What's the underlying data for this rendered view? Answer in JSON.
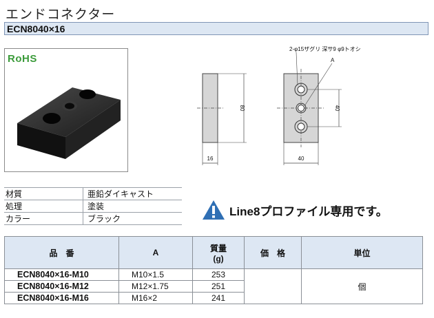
{
  "title": "エンドコネクター",
  "model": "ECN8040×16",
  "photo": {
    "badge": "RoHS"
  },
  "drawing": {
    "hole_note": "2-φ15ザグリ 深サ9 φ9トオシ",
    "label_a": "A",
    "dim_height": "80",
    "dim_thickness": "16",
    "dim_pitch": "40",
    "dim_width": "40"
  },
  "specs": [
    {
      "key": "材質",
      "value": "亜鉛ダイキャスト"
    },
    {
      "key": "処理",
      "value": "塗装"
    },
    {
      "key": "カラー",
      "value": "ブラック"
    }
  ],
  "notice": "Line8プロファイル専用です。",
  "table": {
    "headers": {
      "code": "品　番",
      "a": "A",
      "weight_1": "質量",
      "weight_2": "(g)",
      "price": "価　格",
      "unit": "単位"
    },
    "rows": [
      {
        "code": "ECN8040×16-M10",
        "a": "M10×1.5",
        "weight": "253"
      },
      {
        "code": "ECN8040×16-M12",
        "a": "M12×1.75",
        "weight": "251"
      },
      {
        "code": "ECN8040×16-M16",
        "a": "M16×2",
        "weight": "241"
      }
    ],
    "unit_value": "個"
  },
  "colors": {
    "header_bg": "#dde7f3",
    "rohs_green": "#3b9b3a",
    "warning_blue": "#2f6fb4"
  }
}
